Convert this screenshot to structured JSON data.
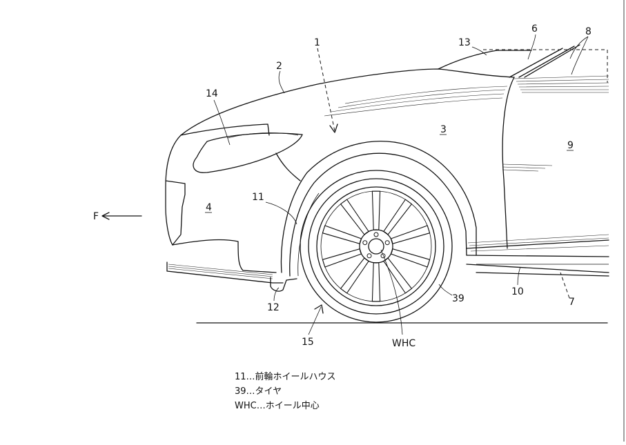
{
  "labels": {
    "l1": "1",
    "l2": "2",
    "l3": "3",
    "l4": "4",
    "l6": "6",
    "l7": "7",
    "l8": "8",
    "l9": "9",
    "l10": "10",
    "l11": "11",
    "l12": "12",
    "l13": "13",
    "l14": "14",
    "l15": "15",
    "l39": "39",
    "whc": "WHC",
    "front": "F"
  },
  "legend": {
    "line1": "11…前輪ホイールハウス",
    "line2": "39…タイヤ",
    "line3": "WHC…ホイール中心"
  }
}
